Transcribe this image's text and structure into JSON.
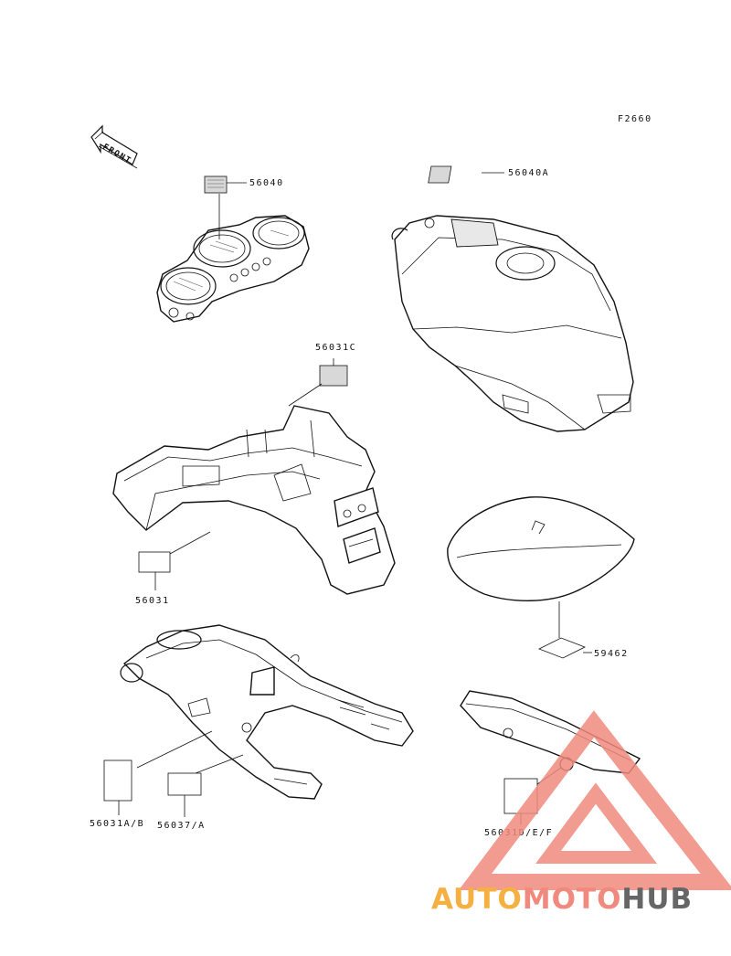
{
  "figure_code": "F2660",
  "front_label": "FRONT",
  "callouts": {
    "meter_label": "56040",
    "tank_label": "56040A",
    "fender_top_label": "56031C",
    "fender_bottom_label": "56031",
    "seat_label": "59462",
    "swingarm_left_label": "56031A/B",
    "swingarm_right_label": "56037/A",
    "chain_cover_label": "56031D/E/F"
  },
  "watermark": {
    "part1": "AUTO",
    "part2": "MOTO",
    "part3": "HUB",
    "color1": "#F5B041",
    "color2": "#F08A7E",
    "color3": "#666666",
    "logo_color": "#F08A7E"
  }
}
